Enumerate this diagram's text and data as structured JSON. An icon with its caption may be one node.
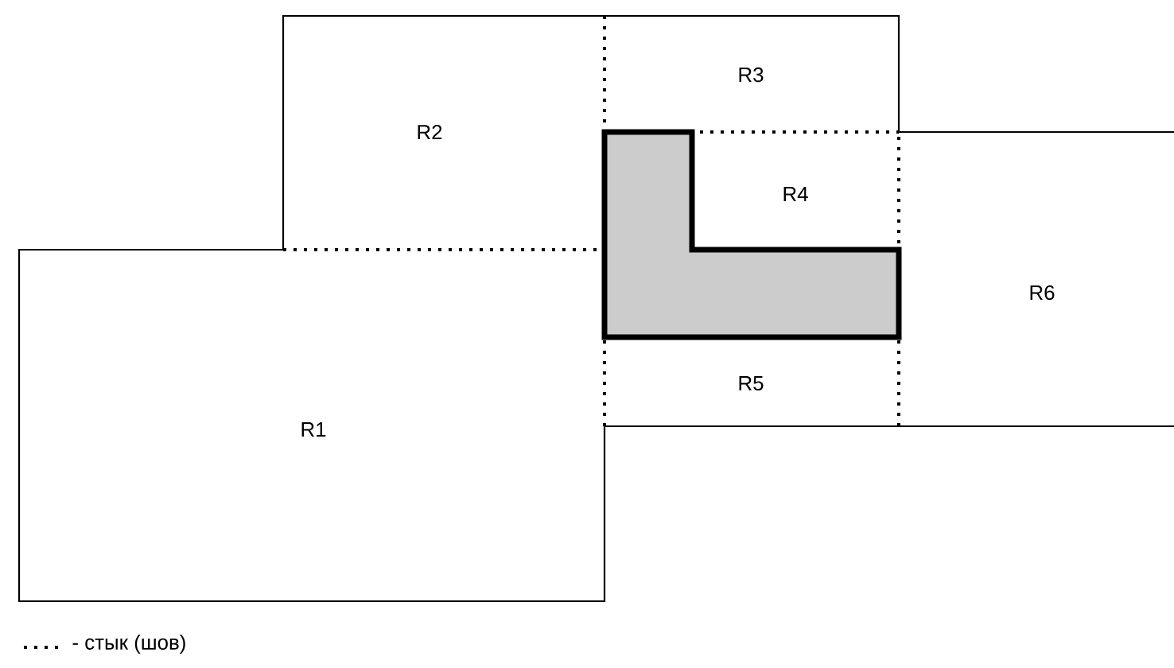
{
  "diagram": {
    "nodes": [
      {
        "text": [
          "R1"
        ]
      },
      {
        "text": [
          "R2"
        ]
      },
      {
        "text": [
          "R3"
        ]
      },
      {
        "text": [
          "R4"
        ]
      },
      {
        "text": [
          "R5"
        ]
      },
      {
        "text": [
          "R6"
        ]
      },
      {
        "text": [],
        "shape": "box"
      }
    ],
    "legend": [
      {
        "text": "- стык (шов)"
      }
    ]
  }
}
